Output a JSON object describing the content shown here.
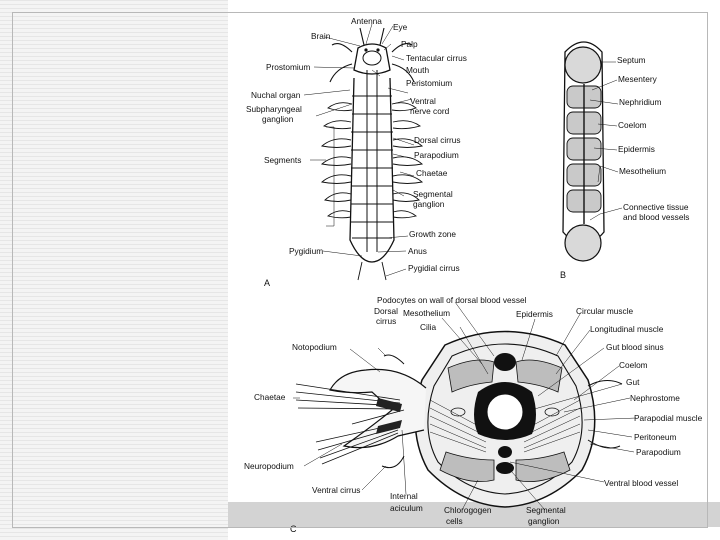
{
  "figure": {
    "panel_a": {
      "letter": "A",
      "labels": {
        "antenna": "Antenna",
        "eye": "Eye",
        "brain": "Brain",
        "palp": "Palp",
        "tentacular_cirrus": "Tentacular cirrus",
        "prostomium": "Prostomium",
        "mouth": "Mouth",
        "peristomium": "Peristomium",
        "nuchal_organ": "Nuchal organ",
        "subpharyngeal": "Subpharyngeal",
        "ganglion": "ganglion",
        "ventral": "Ventral",
        "nerve_cord": "nerve cord",
        "segments": "Segments",
        "dorsal_cirrus": "Dorsal cirrus",
        "parapodium": "Parapodium",
        "chaetae": "Chaetae",
        "segmental": "Segmental",
        "seg_ganglion": "ganglion",
        "growth_zone": "Growth zone",
        "pygidium": "Pygidium",
        "anus": "Anus",
        "pygidial_cirrus": "Pygidial cirrus"
      }
    },
    "panel_b": {
      "letter": "B",
      "labels": {
        "septum": "Septum",
        "mesentery": "Mesentery",
        "nephridium": "Nephridium",
        "coelom": "Coelom",
        "epidermis": "Epidermis",
        "mesothelium": "Mesothelium",
        "connective": "Connective tissue",
        "blood_vessels": "and blood vessels"
      }
    },
    "panel_c": {
      "letter": "C",
      "labels": {
        "podocytes": "Podocytes on wall of dorsal blood vessel",
        "mesothelium": "Mesothelium",
        "epidermis": "Epidermis",
        "circular_muscle": "Circular muscle",
        "cilia": "Cilia",
        "dorsal": "Dorsal",
        "cirrus": "cirrus",
        "longitudinal_muscle": "Longitudinal muscle",
        "notopodium": "Notopodium",
        "gut_blood_sinus": "Gut blood sinus",
        "coelom": "Coelom",
        "gut": "Gut",
        "chaetae": "Chaetae",
        "nephrostome": "Nephrostome",
        "parapodial_muscle": "Parapodial muscle",
        "peritoneum": "Peritoneum",
        "parapodium": "Parapodium",
        "neuropodium": "Neuropodium",
        "ventral_blood_vessel": "Ventral blood vessel",
        "ventral_cirrus": "Ventral cirrus",
        "internal": "Internal",
        "aciculum": "aciculum",
        "chlorogogen": "Chlorogogen",
        "cells": "cells",
        "segmental": "Segmental",
        "ganglion": "ganglion"
      }
    }
  }
}
